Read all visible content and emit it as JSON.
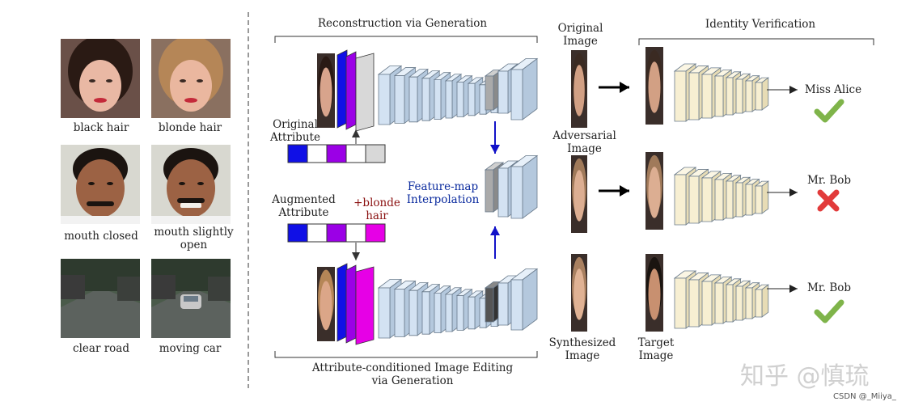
{
  "colors": {
    "blue": "#1010e6",
    "purple": "#9b00e6",
    "magenta": "#e600e6",
    "cube_face": "#d3e2f2",
    "cube_side": "#b4c8dd",
    "cube_top": "#e7f0f9",
    "gray": "#aaaaaa",
    "dark": "#555555",
    "verif_face": "#f7efd2",
    "verif_side": "#e7dcb5",
    "check": "#7fb44a",
    "cross": "#e23b3b",
    "arrow_blue": "#1212c8",
    "interp_text": "#0a2a9e",
    "blonde_text": "#8a1010"
  },
  "examples": [
    {
      "left": "black hair",
      "right": "blonde hair"
    },
    {
      "left": "mouth closed",
      "right": "mouth slightly\nopen"
    },
    {
      "left": "clear road",
      "right": "moving car"
    }
  ],
  "recon": {
    "title": "Reconstruction via Generation",
    "original_attribute": "Original\nAttribute",
    "augmented_attribute": "Augmented\nAttribute",
    "plus_blonde": "+blonde\nhair",
    "interp": "Feature-map\nInterpolation",
    "bottom_title": "Attribute-conditioned Image Editing\nvia Generation"
  },
  "images": {
    "original": "Original\nImage",
    "adversarial": "Adversarial\nImage",
    "synthesized": "Synthesized\nImage",
    "target": "Target\nImage"
  },
  "verification": {
    "title": "Identity Verification",
    "results": [
      {
        "name": "Miss Alice",
        "mark": "check"
      },
      {
        "name": "Mr. Bob",
        "mark": "cross"
      },
      {
        "name": "Mr. Bob",
        "mark": "check"
      }
    ]
  },
  "watermark": {
    "zhihu": "知乎 @慎琉",
    "csdn": "CSDN @_Miiya_"
  }
}
